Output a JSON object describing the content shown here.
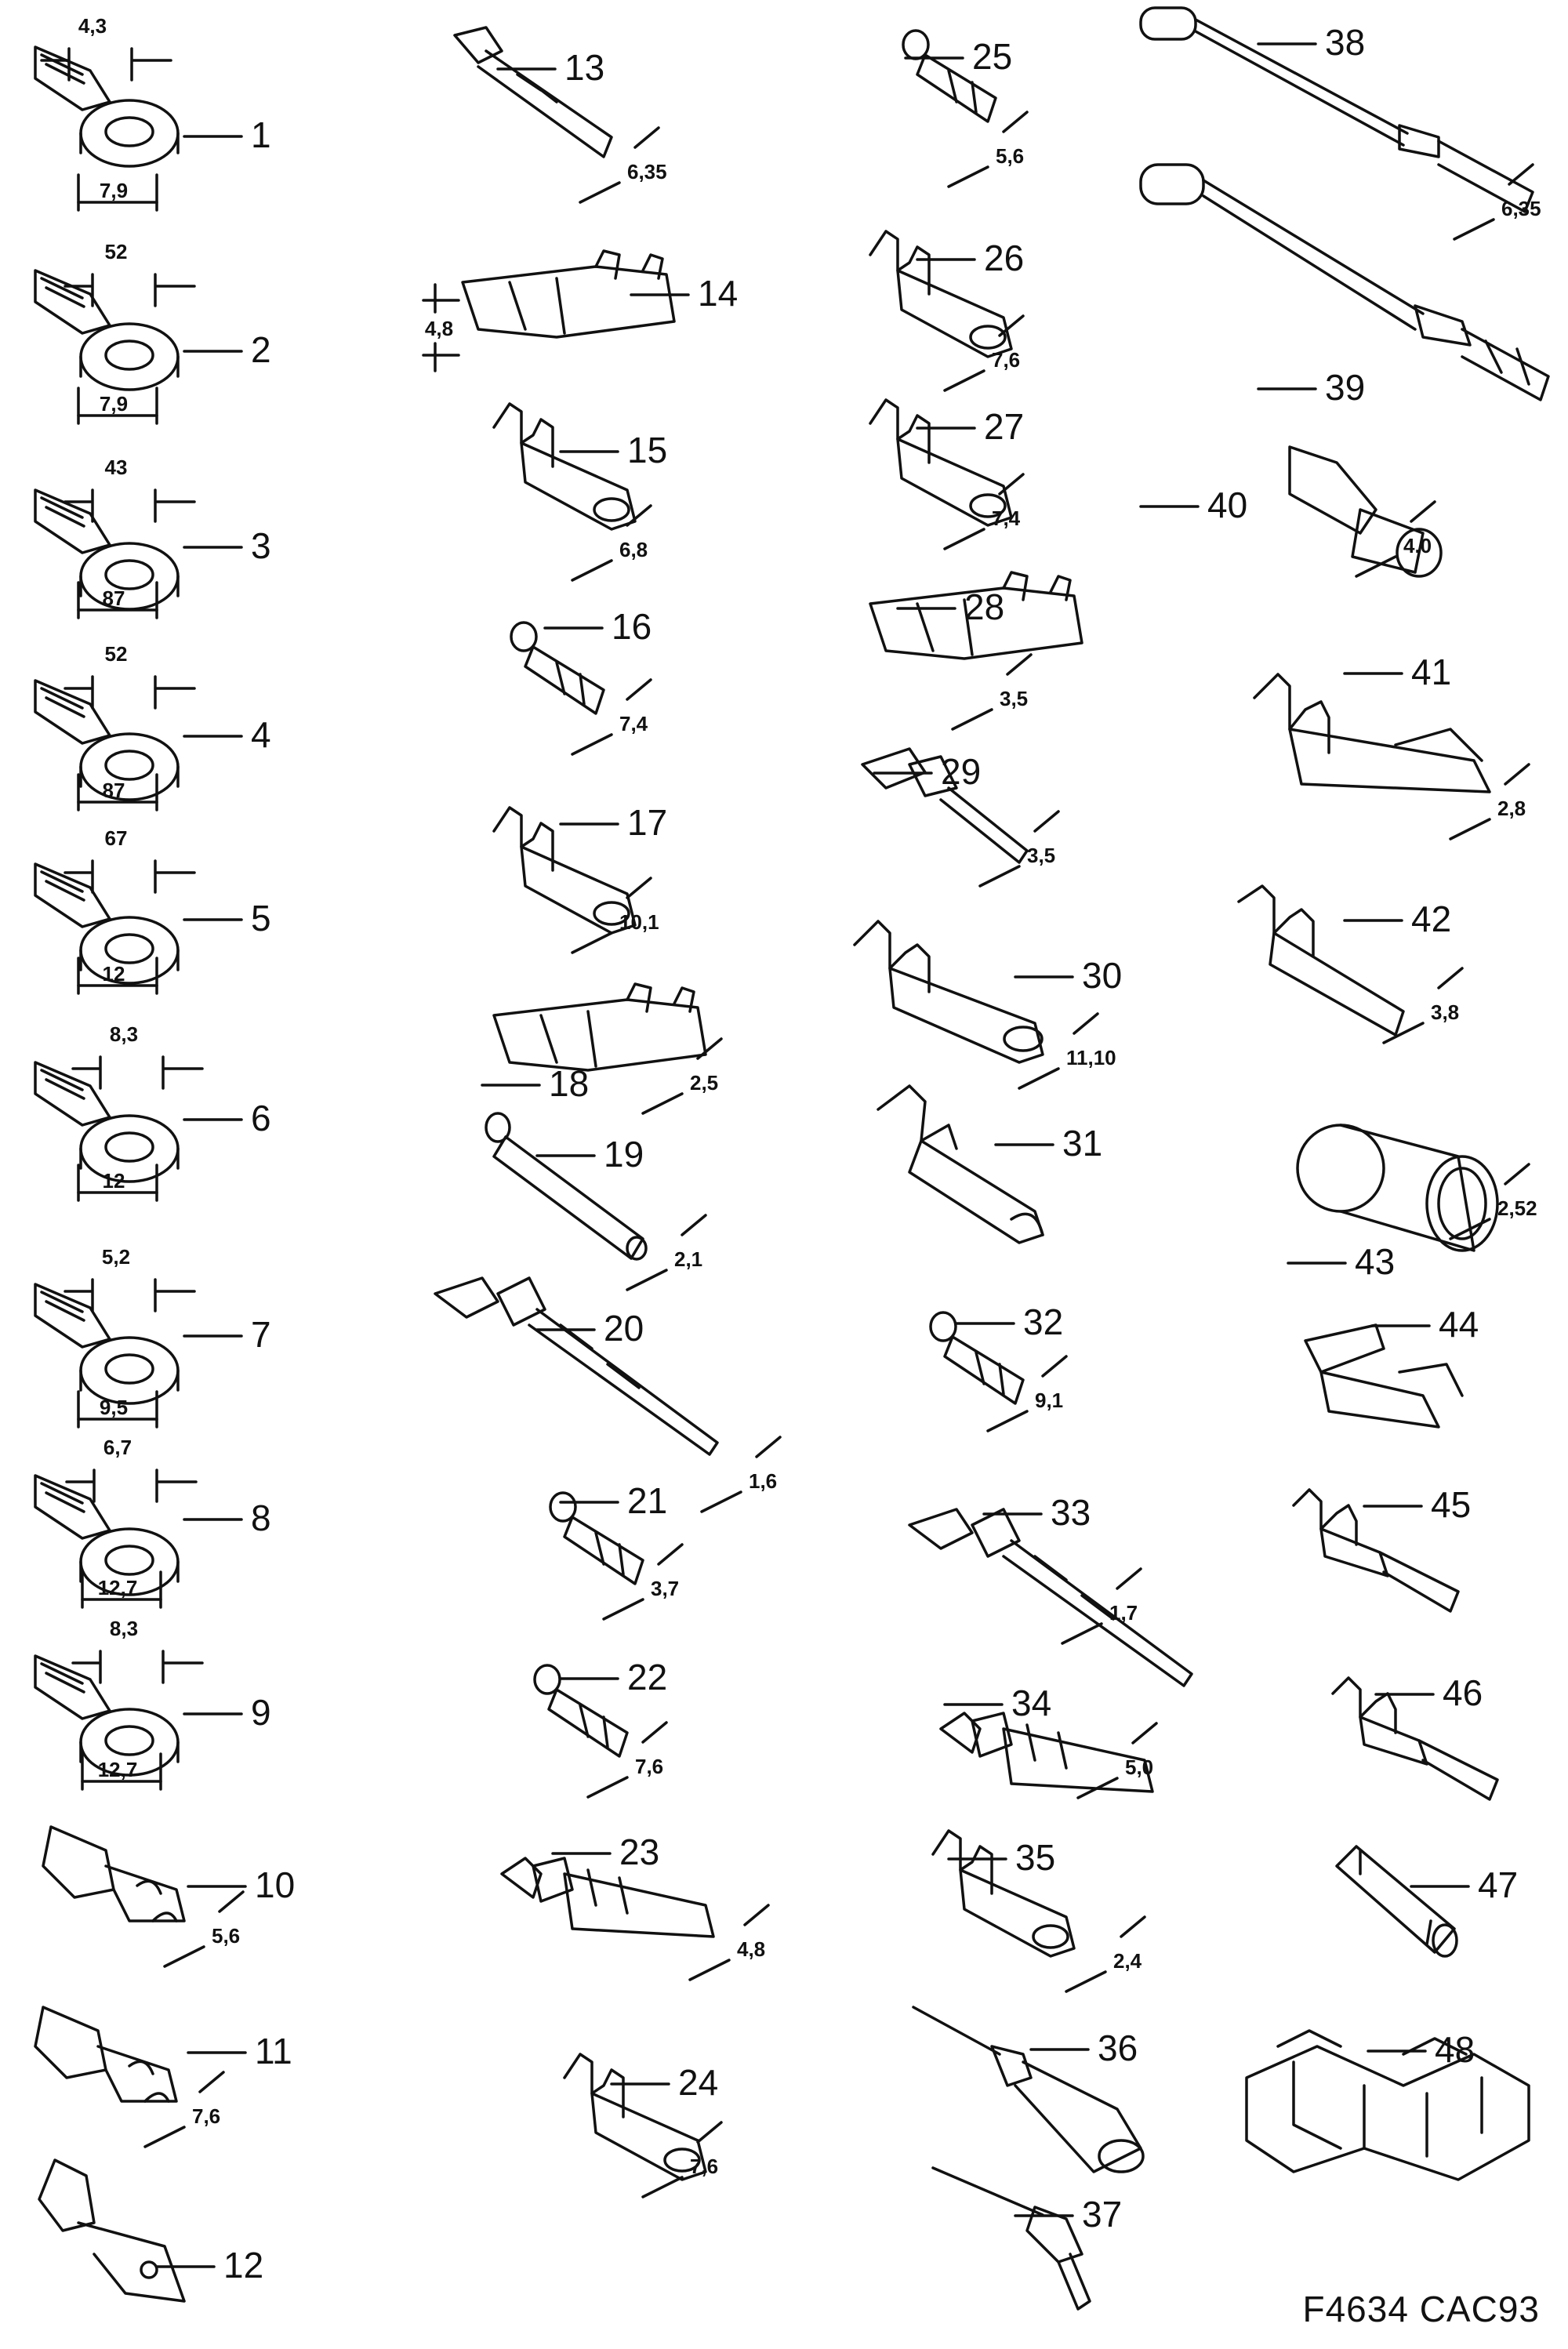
{
  "figure_ref": "F4634 CAC93",
  "parts": [
    {
      "num": "1",
      "dims": [
        "4,3",
        "7,9"
      ]
    },
    {
      "num": "2",
      "dims": [
        "52",
        "7,9"
      ]
    },
    {
      "num": "3",
      "dims": [
        "43",
        "87"
      ]
    },
    {
      "num": "4",
      "dims": [
        "52",
        "87"
      ]
    },
    {
      "num": "5",
      "dims": [
        "67",
        "12"
      ]
    },
    {
      "num": "6",
      "dims": [
        "8,3",
        "12"
      ]
    },
    {
      "num": "7",
      "dims": [
        "5,2",
        "9,5"
      ]
    },
    {
      "num": "8",
      "dims": [
        "6,7",
        "12,7"
      ]
    },
    {
      "num": "9",
      "dims": [
        "8,3",
        "12,7"
      ]
    },
    {
      "num": "10",
      "dims": [
        "5,6"
      ]
    },
    {
      "num": "11",
      "dims": [
        "7,6"
      ]
    },
    {
      "num": "12",
      "dims": []
    },
    {
      "num": "13",
      "dims": [
        "6,35"
      ]
    },
    {
      "num": "14",
      "dims": [
        "4,8"
      ]
    },
    {
      "num": "15",
      "dims": [
        "6,8"
      ]
    },
    {
      "num": "16",
      "dims": [
        "7,4"
      ]
    },
    {
      "num": "17",
      "dims": [
        "10,1"
      ]
    },
    {
      "num": "18",
      "dims": [
        "2,5"
      ]
    },
    {
      "num": "19",
      "dims": [
        "2,1"
      ]
    },
    {
      "num": "20",
      "dims": [
        "1,6"
      ]
    },
    {
      "num": "21",
      "dims": [
        "3,7"
      ]
    },
    {
      "num": "22",
      "dims": [
        "7,6"
      ]
    },
    {
      "num": "23",
      "dims": [
        "4,8"
      ]
    },
    {
      "num": "24",
      "dims": [
        "7,6"
      ]
    },
    {
      "num": "25",
      "dims": [
        "5,6"
      ]
    },
    {
      "num": "26",
      "dims": [
        "7,6"
      ]
    },
    {
      "num": "27",
      "dims": [
        "7,4"
      ]
    },
    {
      "num": "28",
      "dims": [
        "3,5"
      ]
    },
    {
      "num": "29",
      "dims": [
        "3,5"
      ]
    },
    {
      "num": "30",
      "dims": [
        "11,10"
      ]
    },
    {
      "num": "31",
      "dims": []
    },
    {
      "num": "32",
      "dims": [
        "9,1"
      ]
    },
    {
      "num": "33",
      "dims": [
        "1,7"
      ]
    },
    {
      "num": "34",
      "dims": [
        "5,0"
      ]
    },
    {
      "num": "35",
      "dims": [
        "2,4"
      ]
    },
    {
      "num": "36",
      "dims": []
    },
    {
      "num": "37",
      "dims": []
    },
    {
      "num": "38",
      "dims": []
    },
    {
      "num": "39",
      "dims": [
        "6,35"
      ]
    },
    {
      "num": "40",
      "dims": [
        "4.0"
      ]
    },
    {
      "num": "41",
      "dims": [
        "2,8"
      ]
    },
    {
      "num": "42",
      "dims": [
        "3,8"
      ]
    },
    {
      "num": "43",
      "dims": [
        "2,52"
      ]
    },
    {
      "num": "44",
      "dims": []
    },
    {
      "num": "45",
      "dims": []
    },
    {
      "num": "46",
      "dims": []
    },
    {
      "num": "47",
      "dims": []
    },
    {
      "num": "48",
      "dims": []
    }
  ]
}
